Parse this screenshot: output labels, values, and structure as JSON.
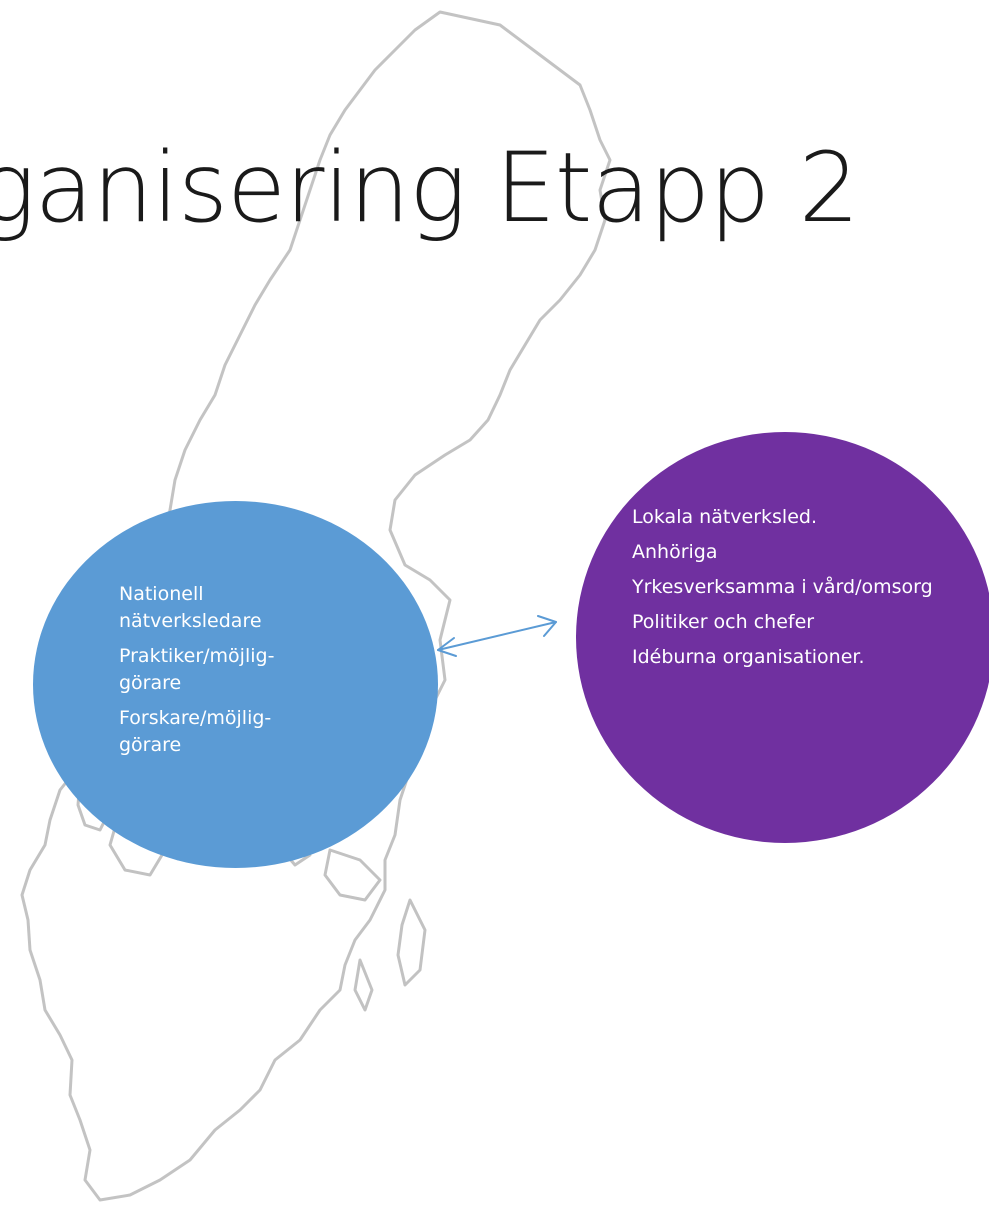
{
  "slide": {
    "title": "ganisering Etapp 2"
  },
  "left_circle": {
    "color": "#5b9bd5",
    "items": [
      "Nationell nätverksledare",
      "Praktiker/möjlig-görare",
      "Forskare/möjlig-görare"
    ]
  },
  "right_circle": {
    "color": "#7030a0",
    "items": [
      "Lokala nätverksled.",
      "Anhöriga",
      "Yrkesverksamma i vård/omsorg",
      "Politiker och chefer",
      "Idéburna organisationer."
    ]
  },
  "connector": {
    "type": "double-headed-arrow",
    "color": "#5b9bd5"
  },
  "background_image": "sweden-map-outline"
}
